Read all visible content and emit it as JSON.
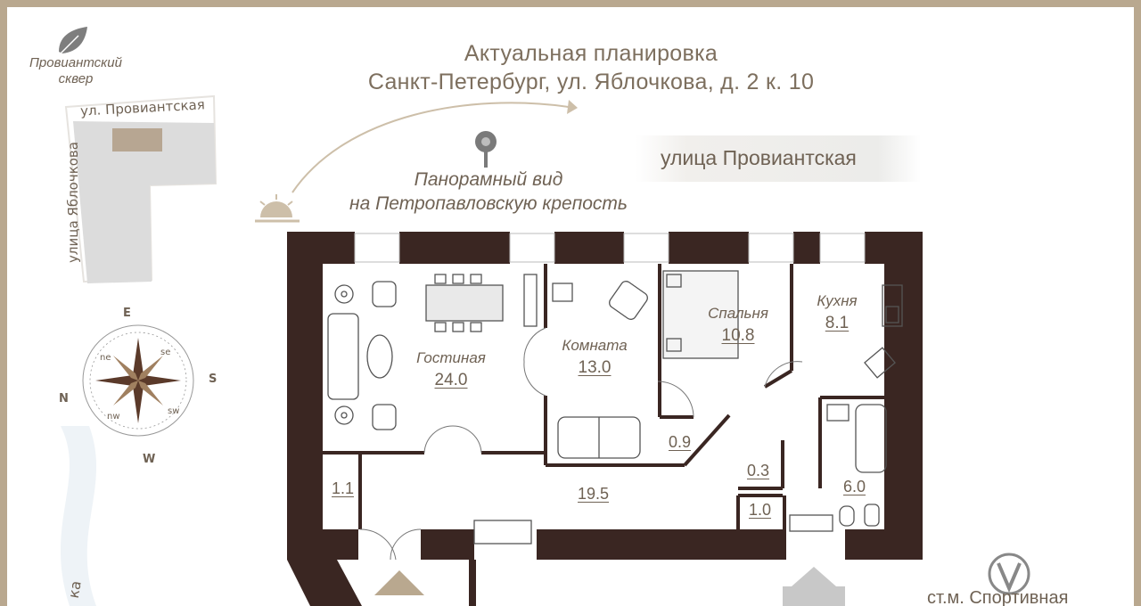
{
  "header": {
    "line1": "Актуальная планировка",
    "line2": "Санкт-Петербург, ул. Яблочкова, д. 2 к. 10"
  },
  "view": {
    "line1": "Панорамный вид",
    "line2": "на Петропавловскую крепость"
  },
  "streets": {
    "main": "улица Провиантская",
    "map_top": "ул. Провиантская",
    "map_side": "улица Яблочкова"
  },
  "park": {
    "line1": "Провиантский",
    "line2": "сквер"
  },
  "compass": {
    "E": "E",
    "S": "S",
    "W": "W",
    "N": "N",
    "ne": "ne",
    "se": "se",
    "sw": "sw",
    "nw": "nw"
  },
  "rooms": {
    "living": {
      "name": "Гостиная",
      "area": "24.0"
    },
    "room": {
      "name": "Комната",
      "area": "13.0"
    },
    "bedroom": {
      "name": "Спальня",
      "area": "10.8"
    },
    "kitchen": {
      "name": "Кухня",
      "area": "8.1"
    },
    "hall": "19.5",
    "closet_left": "1.1",
    "closet_mid": "0.9",
    "wc_small": "0.3",
    "wc": "1.0",
    "bath": "6.0"
  },
  "metro": {
    "label": "ст.м. Спортивная"
  },
  "bottom_left_text": "ка",
  "colors": {
    "wall": "#3a2622",
    "accent": "#b9a88f",
    "text": "#6f6254"
  }
}
